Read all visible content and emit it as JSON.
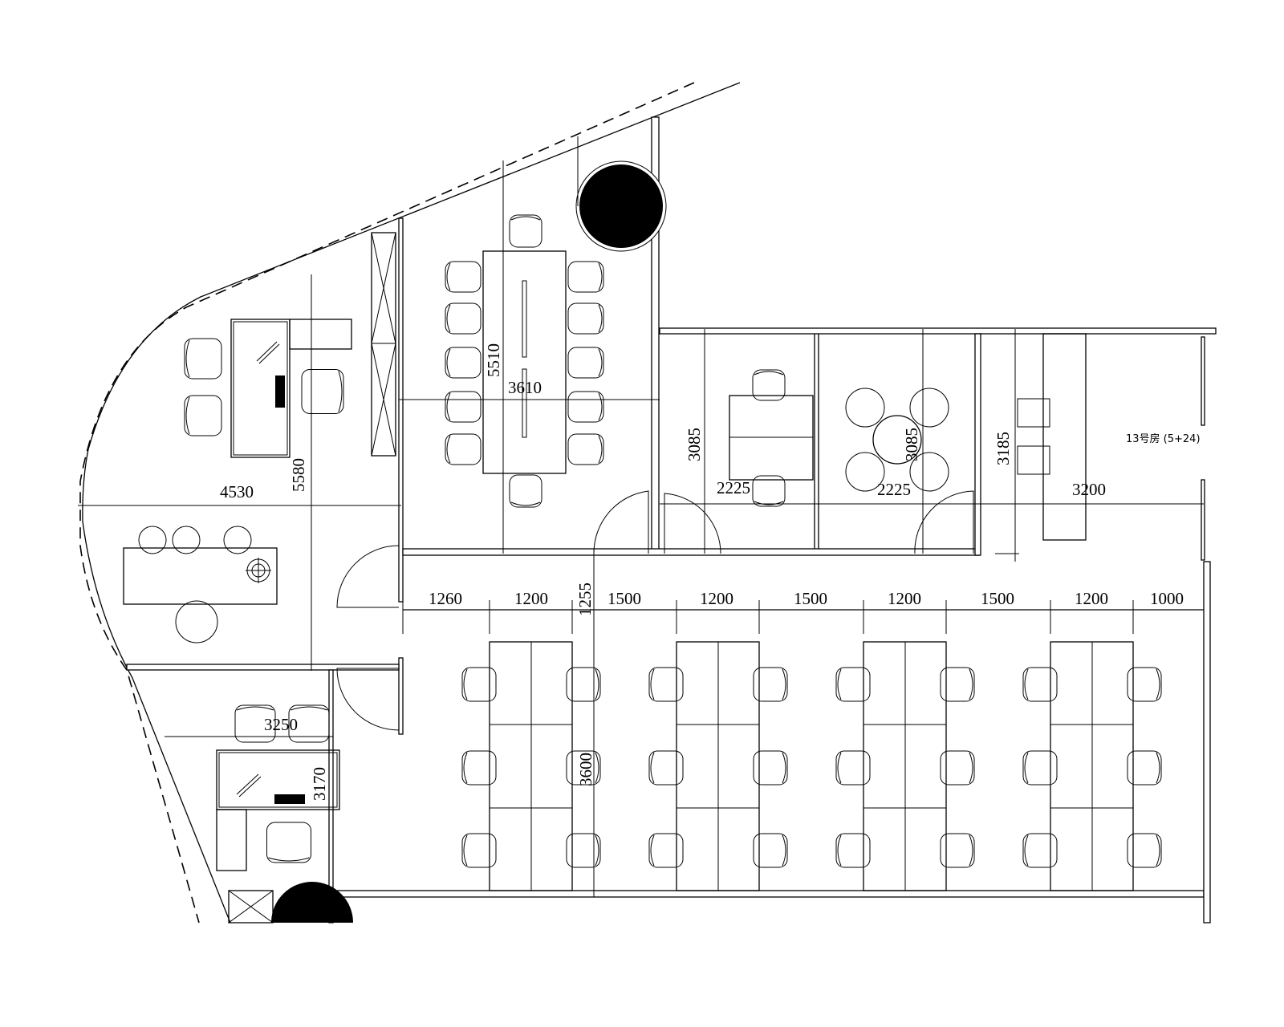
{
  "room_label": "13号房 (5+24)",
  "dimensions": {
    "meeting_depth": "5510",
    "meeting_width": "3610",
    "office_depth": "5580",
    "office_width": "4530",
    "room_a_depth": "3085",
    "room_a_width": "2225",
    "room_b_depth": "3085",
    "room_b_width": "2225",
    "room_c_depth": "3185",
    "room_c_width": "3200",
    "office2_width": "3250",
    "office2_depth": "3170",
    "open_depth": "3600",
    "corridor": "1255",
    "open_row": [
      "1260",
      "1200",
      "1500",
      "1200",
      "1500",
      "1200",
      "1500",
      "1200",
      "1000"
    ]
  },
  "colors": {
    "line": "#000000",
    "background": "#ffffff",
    "column": "#000000"
  }
}
